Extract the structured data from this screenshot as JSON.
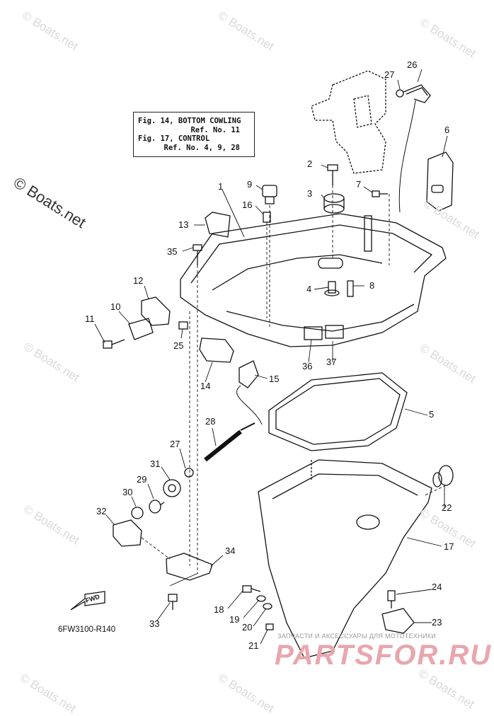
{
  "reference_box": {
    "line1": "Fig. 14, BOTTOM COWLING",
    "line2": "Ref. No. 11",
    "line3": "Fig. 17, CONTROL",
    "line4": "Ref. No. 4, 9, 28"
  },
  "watermark": {
    "large": "© Boats.net",
    "small": "© Boats.net"
  },
  "diagram_code": "6FW3100-R140",
  "fwd_label": "FWD",
  "parts_footer": {
    "tagline": "ЗАПЧАСТИ И АКСЕССУАРЫ ДЛЯ МОТОТЕХНИКИ",
    "logo": "PARTSFOR.RU"
  },
  "callouts": [
    "1",
    "2",
    "3",
    "4",
    "5",
    "6",
    "7",
    "8",
    "9",
    "10",
    "11",
    "12",
    "13",
    "14",
    "15",
    "16",
    "17",
    "18",
    "19",
    "20",
    "21",
    "22",
    "23",
    "24",
    "25",
    "26",
    "27",
    "27",
    "28",
    "29",
    "30",
    "31",
    "32",
    "33",
    "34",
    "35",
    "36",
    "37"
  ],
  "colors": {
    "line": "#111111",
    "watermark": "#d9d9d9",
    "logo": "#e8a6ad"
  }
}
